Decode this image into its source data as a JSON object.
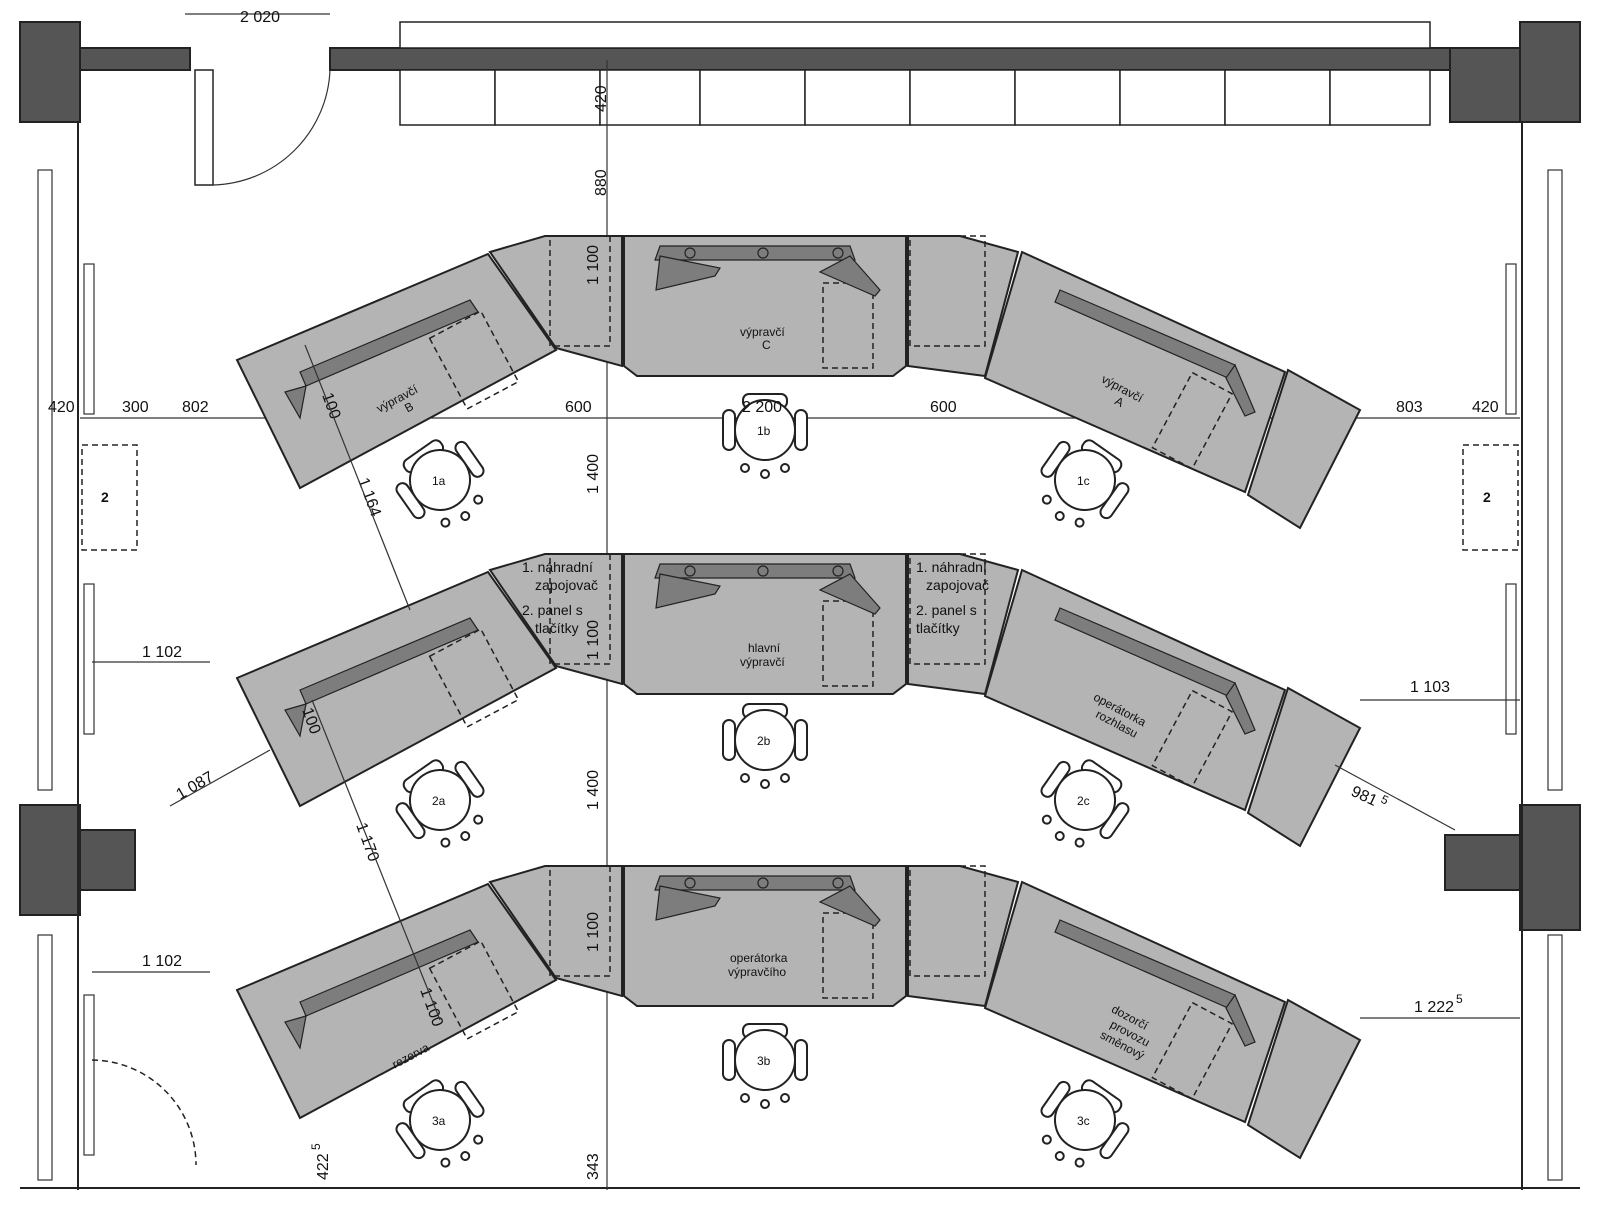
{
  "dimensions": {
    "top_door": "2 020",
    "d420_top": "420",
    "d880": "880",
    "d1100_r1": "1 100",
    "d1100_r2": "1 100",
    "d1100_r3": "1 100",
    "d1400_r1": "1 400",
    "d1400_r2": "1 400",
    "left_420": "420",
    "left_300": "300",
    "left_802": "802",
    "d600_left": "600",
    "d2200": "2 200",
    "d600_right": "600",
    "right_803": "803",
    "right_420": "420",
    "diag_100_a": "100",
    "diag_100_b": "100",
    "diag_1164": "1 164",
    "diag_1170": "1 170",
    "diag_1100": "1 100",
    "left_1102_a": "1 102",
    "left_1087": "1 087",
    "left_1102_b": "1 102",
    "right_1103": "1 103",
    "right_981": "981",
    "right_981_sup": "5",
    "right_1222": "1 222",
    "right_1222_sup": "5",
    "bottom_422": "422",
    "bottom_422_sup": "5",
    "bottom_343": "343"
  },
  "cabinets": {
    "left": "2",
    "right": "2"
  },
  "desks": {
    "r1_center": [
      "výpravčí",
      "C"
    ],
    "r1_left": [
      "výpravčí",
      "B"
    ],
    "r1_right": [
      "výpravčí",
      "A"
    ],
    "r2_center": [
      "hlavní",
      "výpravčí"
    ],
    "r2_right": [
      "operátorka",
      "rozhlasu"
    ],
    "r3_center": [
      "operátorka",
      "výpravčího"
    ],
    "r3_left": "rezerva",
    "r3_right": [
      "dozorčí",
      "provozu",
      "směnový"
    ]
  },
  "side_panels": {
    "left": [
      "1. náhradní",
      "zapojovač",
      "2. panel s",
      "tlačítky"
    ],
    "right": [
      "1. náhradní",
      "zapojovač",
      "2. panel s",
      "tlačítky"
    ]
  },
  "chairs": [
    "1a",
    "1b",
    "1c",
    "2a",
    "2b",
    "2c",
    "3a",
    "3b",
    "3c"
  ]
}
